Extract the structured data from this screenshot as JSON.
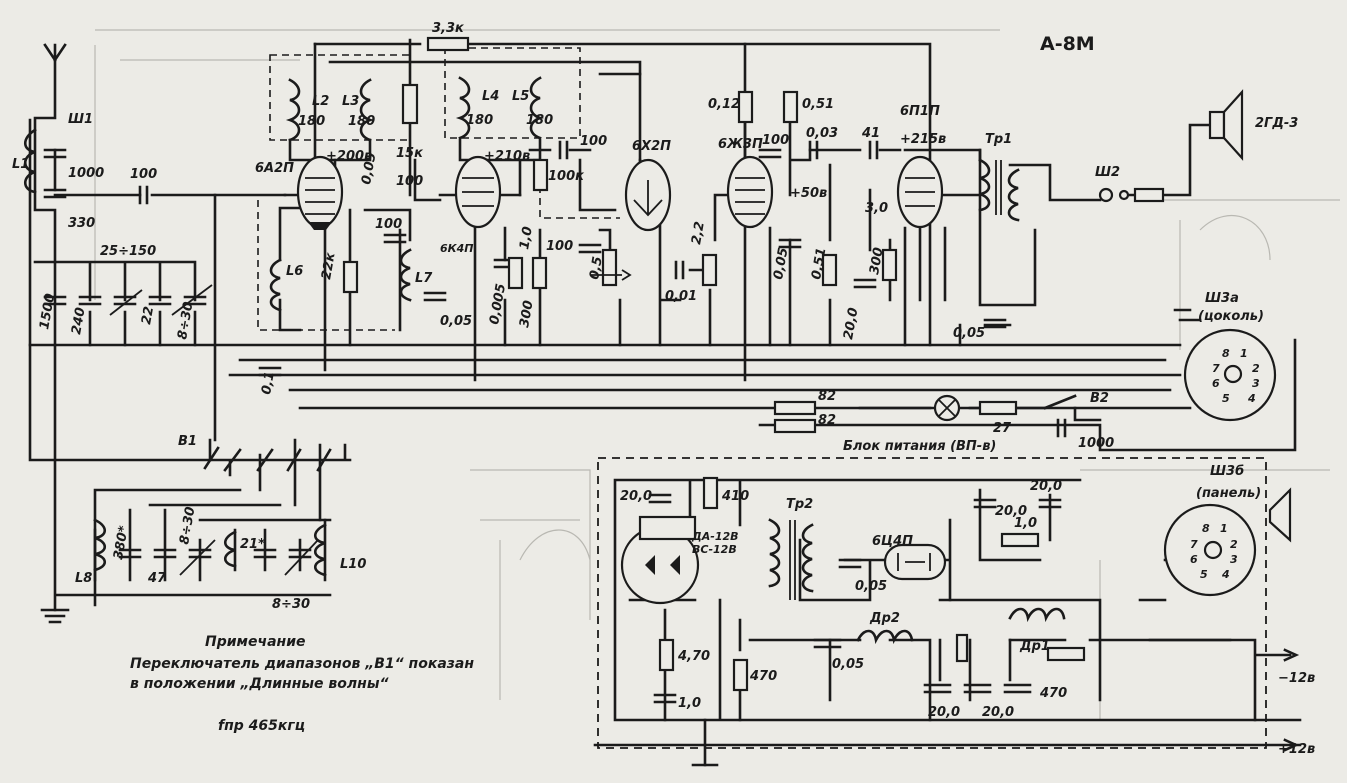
{
  "title": "А-8М",
  "note": {
    "heading": "Примечание",
    "line1": "Переключатель диапазонов „В1“ показан",
    "line2": "в положении „Длинные волны“",
    "freq": "fпр 465кгц"
  },
  "power_block_label": "Блок питания (ВП-в)",
  "tubes": [
    {
      "id": "6А2П",
      "voltage": "+200в"
    },
    {
      "id": "6К4П",
      "voltage": "+210в"
    },
    {
      "id": "6Х2П",
      "voltage": ""
    },
    {
      "id": "6Ж3П",
      "voltage": "+50в"
    },
    {
      "id": "6П1П",
      "voltage": "+215в"
    },
    {
      "id": "6Ц4П",
      "voltage": ""
    }
  ],
  "inductors": [
    "L1",
    "L2",
    "L3",
    "L4",
    "L5",
    "L6",
    "L7",
    "L8",
    "L10",
    "Др1",
    "Др2",
    "Тр1",
    "Тр2"
  ],
  "connectors": {
    "antenna": "Ш1",
    "speaker_jack": "Ш2",
    "socket_a": "Ш3а",
    "socket_a_sub": "(цоколь)",
    "socket_b": "Ш3б",
    "socket_b_sub": "(панель)",
    "socket_a_pins": [
      "8",
      "1",
      "7",
      "2",
      "6",
      "3",
      "5",
      "4"
    ],
    "socket_b_pins": [
      "8",
      "1",
      "7",
      "2",
      "6",
      "3",
      "5",
      "4"
    ]
  },
  "speaker": "2ГД-3",
  "switch": "В1",
  "switch_b2": "В2",
  "bridge": {
    "label1": "ДА-12В",
    "label2": "ВС-12В"
  },
  "values": {
    "c1000_in": "1000",
    "c330": "330",
    "c100_coup": "100",
    "trim_25_150": "25÷150",
    "c1500": "1500",
    "c240": "240",
    "c22": "22",
    "trim_8_30": "8÷30",
    "l2_180": "180",
    "l3_180": "180",
    "l4_180": "180",
    "l5_180": "180",
    "r3_3k": "3,3к",
    "r15k": "15к",
    "c005_a": "0,05",
    "c100_b": "100",
    "r22k": "22к",
    "c005_b": "0,05",
    "c01": "0,1",
    "c100_c": "100",
    "r100k": "100к",
    "c100_d": "100",
    "r300_a": "300",
    "c0005": "0,005",
    "r1_0": "1,0",
    "c100_e": "100",
    "r05": "0,5",
    "c001": "0,01",
    "r2_2": "2,2",
    "r012": "0,12",
    "r051_a": "0,51",
    "c100_f": "100",
    "c003": "0,03",
    "c41": "41",
    "c005_c": "0,05",
    "r051_b": "0,51",
    "c20_0_a": "20,0",
    "r300_b": "300",
    "c005_d": "0,05",
    "c3_0": "3,0",
    "r82_a": "82",
    "r82_b": "82",
    "r27": "27",
    "c1000_b": "1000",
    "c380": "380*",
    "c47": "47",
    "trim_8_30_b": "8÷30",
    "c21": "21*",
    "trim_8_30_c": "8÷30",
    "c20_0_b": "20,0",
    "r410": "410",
    "c0_05_e": "0,05",
    "c20_0_c": "20,0",
    "c20_0_d": "20,0",
    "r1_0_b": "1,0",
    "r4_70": "4,70",
    "c1_0": "1,0",
    "r470": "470",
    "c0_05_f": "0,05",
    "c20_0_e": "20,0",
    "c20_0_f": "20,0",
    "r470_b": "470",
    "minus12": "−12в",
    "plus12": "+12в"
  }
}
